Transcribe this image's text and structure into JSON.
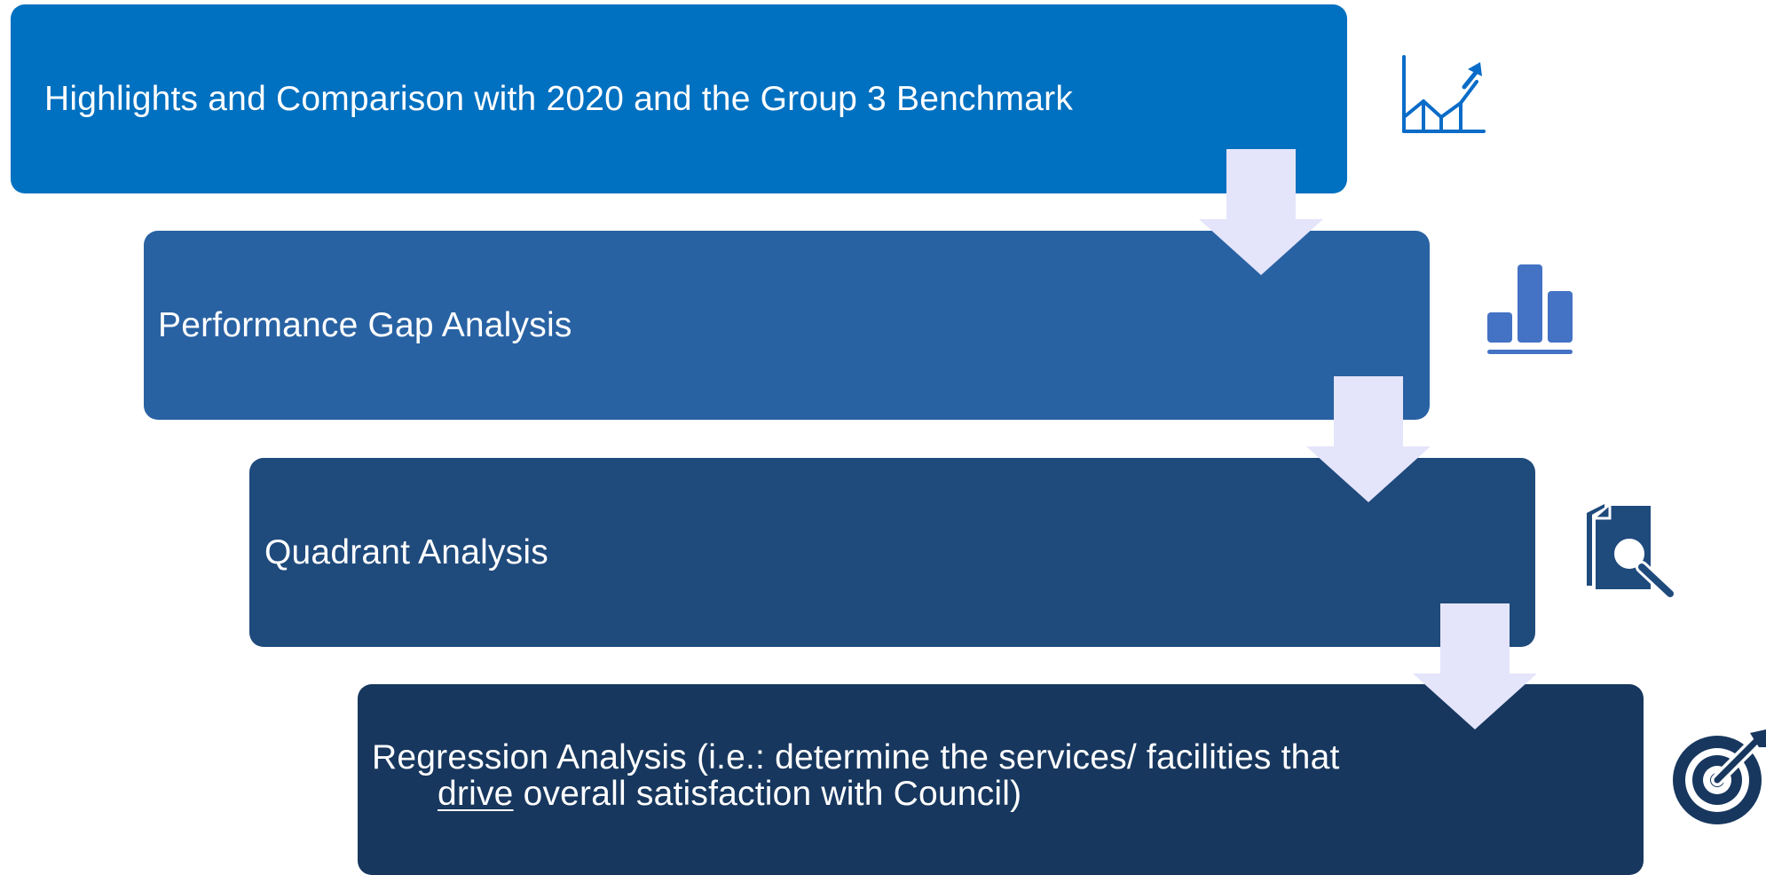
{
  "steps": [
    {
      "label": "Highlights and Comparison with 2020 and the Group 3 Benchmark",
      "color": "#0070C0",
      "icon": "line-chart-trend-icon"
    },
    {
      "label": "Performance Gap Analysis",
      "color": "#2962A3",
      "icon": "bar-chart-icon"
    },
    {
      "label": "Quadrant Analysis",
      "color": "#1F4A7C",
      "icon": "document-search-icon"
    },
    {
      "label_part1": "Regression Analysis (i.e.: determine the services/ facilities that",
      "label_emphasis": "drive",
      "label_part2": " overall satisfaction with Council)",
      "color": "#17375E",
      "icon": "target-icon"
    }
  ],
  "arrow_color": "#E4E4FB"
}
